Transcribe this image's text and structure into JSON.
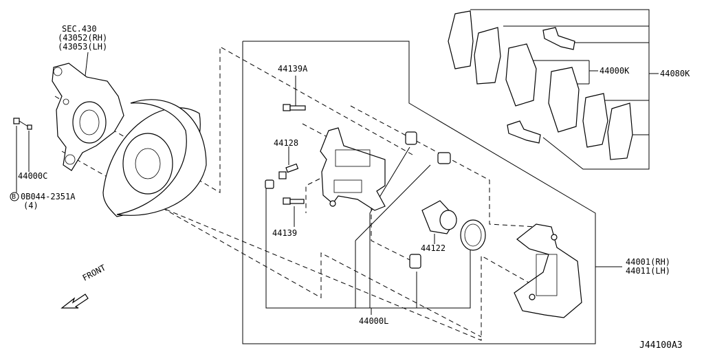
{
  "labels": {
    "sec": "SEC.430",
    "knuckle_rh": "(43052(RH)",
    "knuckle_lh": "(43053(LH)",
    "bolt_dust": "44000C",
    "bolt_circle_letter": "B",
    "bolt_part": "0B044-2351A",
    "bolt_qty": "(4)",
    "screw_top": "44139A",
    "bleeder": "44128",
    "screw_bottom": "44139",
    "piston": "44122",
    "caliper_assy": "44000L",
    "pads": "44000K",
    "pad_kit": "44080K",
    "bracket_rh": "44001(RH)",
    "bracket_lh": "44011(LH)",
    "front": "FRONT",
    "diagram_id": "J44100A3"
  }
}
